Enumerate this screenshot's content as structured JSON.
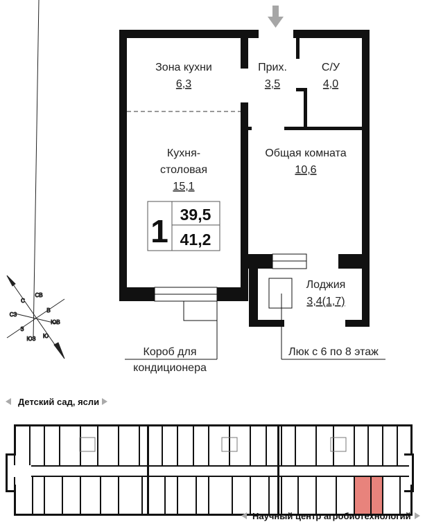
{
  "rooms": {
    "kitchen_zone": {
      "name": "Зона кухни",
      "area": "6,3"
    },
    "hall": {
      "name": "Прих.",
      "area": "3,5"
    },
    "bathroom": {
      "name": "С/У",
      "area": "4,0"
    },
    "kitchen_dining": {
      "name1": "Кухня-",
      "name2": "столовая",
      "area": "15,1"
    },
    "living_room": {
      "name": "Общая комната",
      "area": "10,6"
    },
    "loggia": {
      "name": "Лоджия",
      "area": "3,4(1,7)"
    }
  },
  "summary": {
    "rooms_count": "1",
    "living_area": "39,5",
    "total_area": "41,2"
  },
  "annotations": {
    "ac_box_line1": "Короб для",
    "ac_box_line2": "кондиционера",
    "hatch": "Люк с 6 по 8 этаж"
  },
  "compass": {
    "n": "С",
    "s": "Ю",
    "e": "В",
    "w": "З",
    "ne": "СВ",
    "nw": "СЗ",
    "se": "ЮВ",
    "sw": "ЮЗ"
  },
  "building": {
    "top_label": "Детский сад, ясли",
    "bottom_label": "Научный центр агробиотехнологий",
    "highlight_color": "#e8837c"
  },
  "colors": {
    "wall": "#111111",
    "arrow": "#a6a6a6"
  }
}
